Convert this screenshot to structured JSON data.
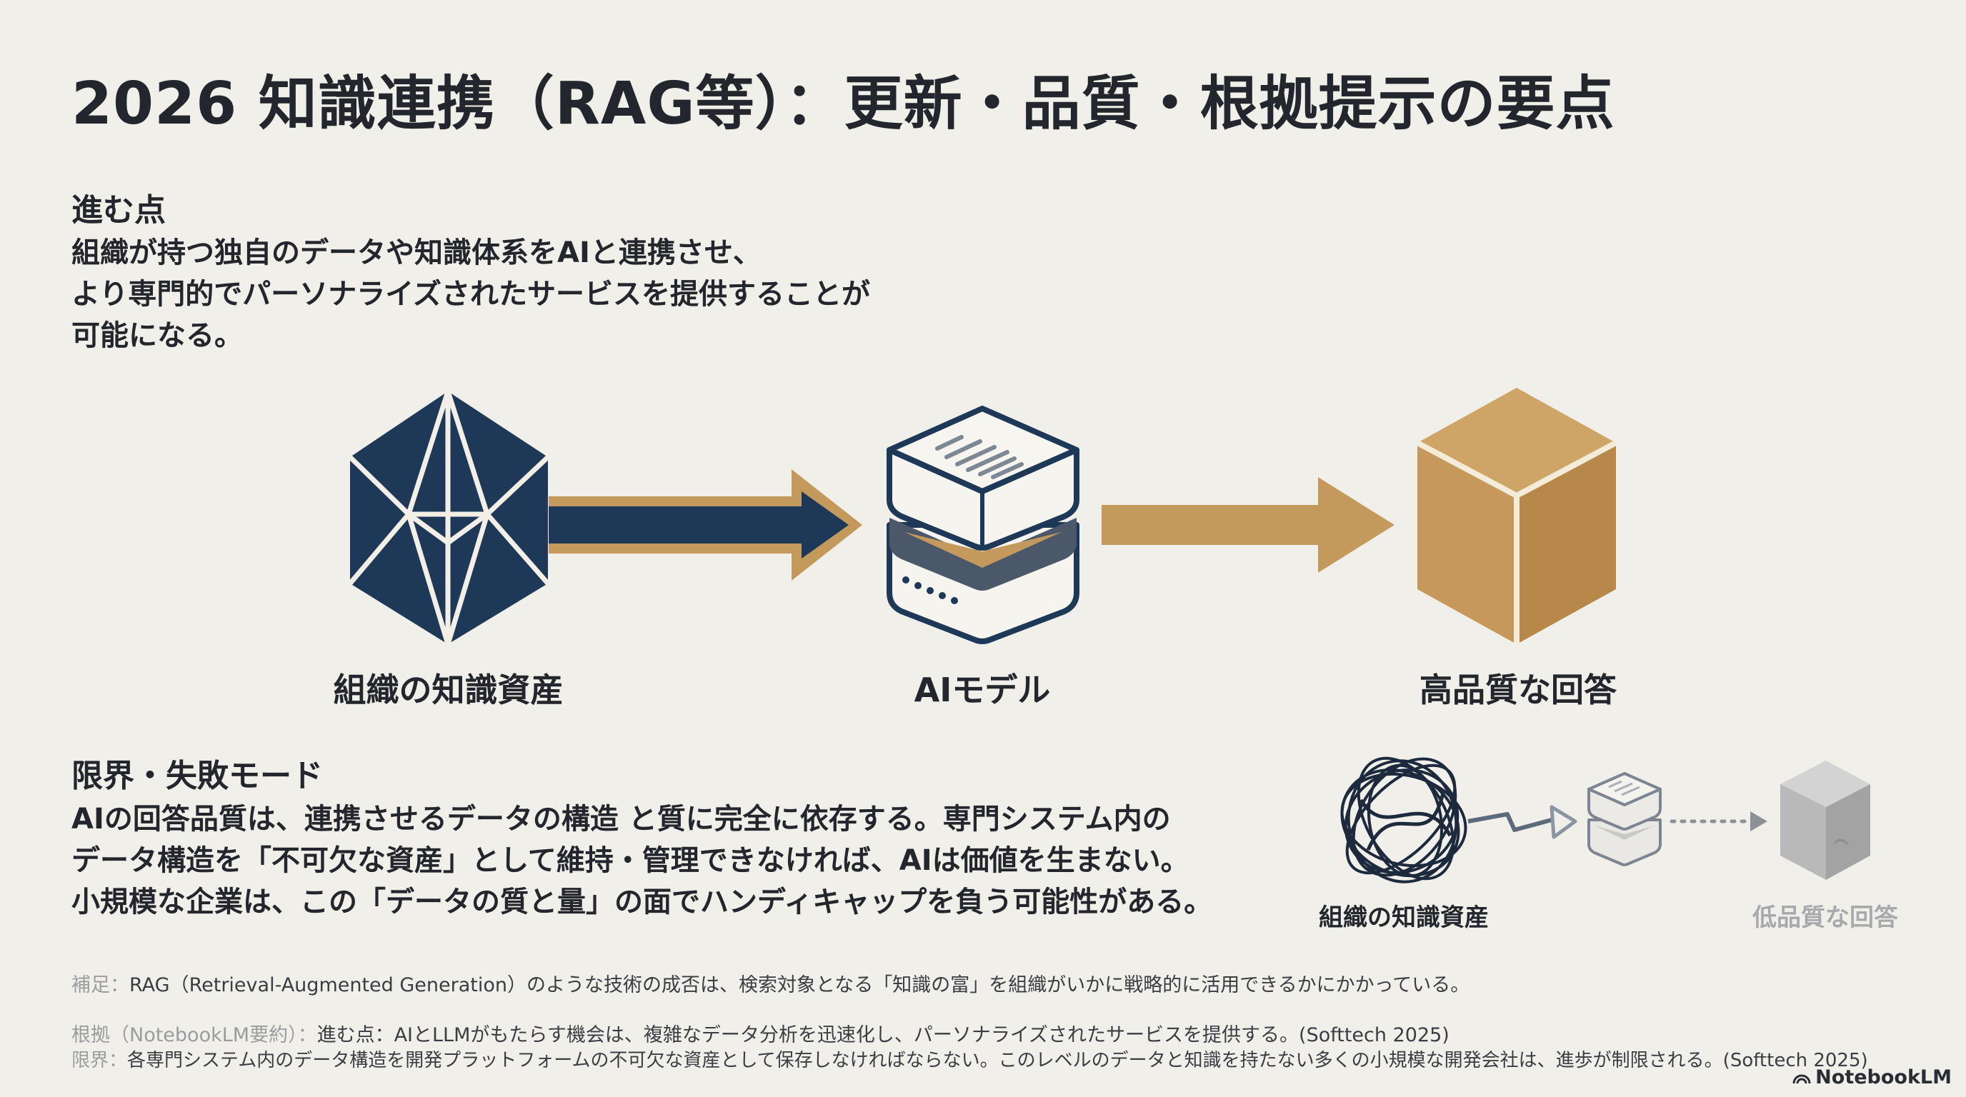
{
  "title": "2026 知識連携（RAG等）：更新・品質・根拠提示の要点",
  "progress": {
    "heading": "進む点",
    "lines": [
      "組織が持つ独自のデータや知識体系をAIと連携させ、",
      "より専門的でパーソナライズされたサービスを提供することが",
      "可能になる。"
    ]
  },
  "main_diagram": {
    "source_label": "組織の知識資産",
    "model_label": "AIモデル",
    "result_label": "高品質な回答"
  },
  "limits": {
    "heading": "限界・失敗モード",
    "lines": [
      "AIの回答品質は、連携させるデータの構造 と質に完全に依存する。専門システム内の",
      "データ構造を「不可欠な資産」として維持・管理できなければ、AIは価値を生まない。",
      "小規模な企業は、この「データの質と量」の面でハンディキャップを負う可能性がある。"
    ]
  },
  "failure_diagram": {
    "source_label": "組織の知識資産",
    "result_label": "低品質な回答"
  },
  "footnotes": {
    "supplement_label": "補足：",
    "supplement_text": "RAG（Retrieval-Augmented Generation）のような技術の成否は、検索対象となる「知識の富」を組織がいかに戦略的に活用できるかにかかっている。",
    "basis_label": "根拠（NotebookLM要約）：",
    "basis_text": "進む点：AIとLLMがもたらす機会は、複雑なデータ分析を迅速化し、パーソナライズされたサービスを提供する。(Softtech 2025)",
    "limit_label": "限界：",
    "limit_text": "各専門システム内のデータ構造を開発プラットフォームの不可欠な資産として保存しなければならない。このレベルのデータと知識を持たない多くの小規模な開発会社は、進歩が制限される。(Softtech 2025)"
  },
  "brand": "NotebookLM",
  "colors": {
    "navy": "#1e3858",
    "gold": "#c49a5c",
    "ink": "#23262c",
    "background": "#f1efe9",
    "faded_label": "#a7a9ad"
  }
}
